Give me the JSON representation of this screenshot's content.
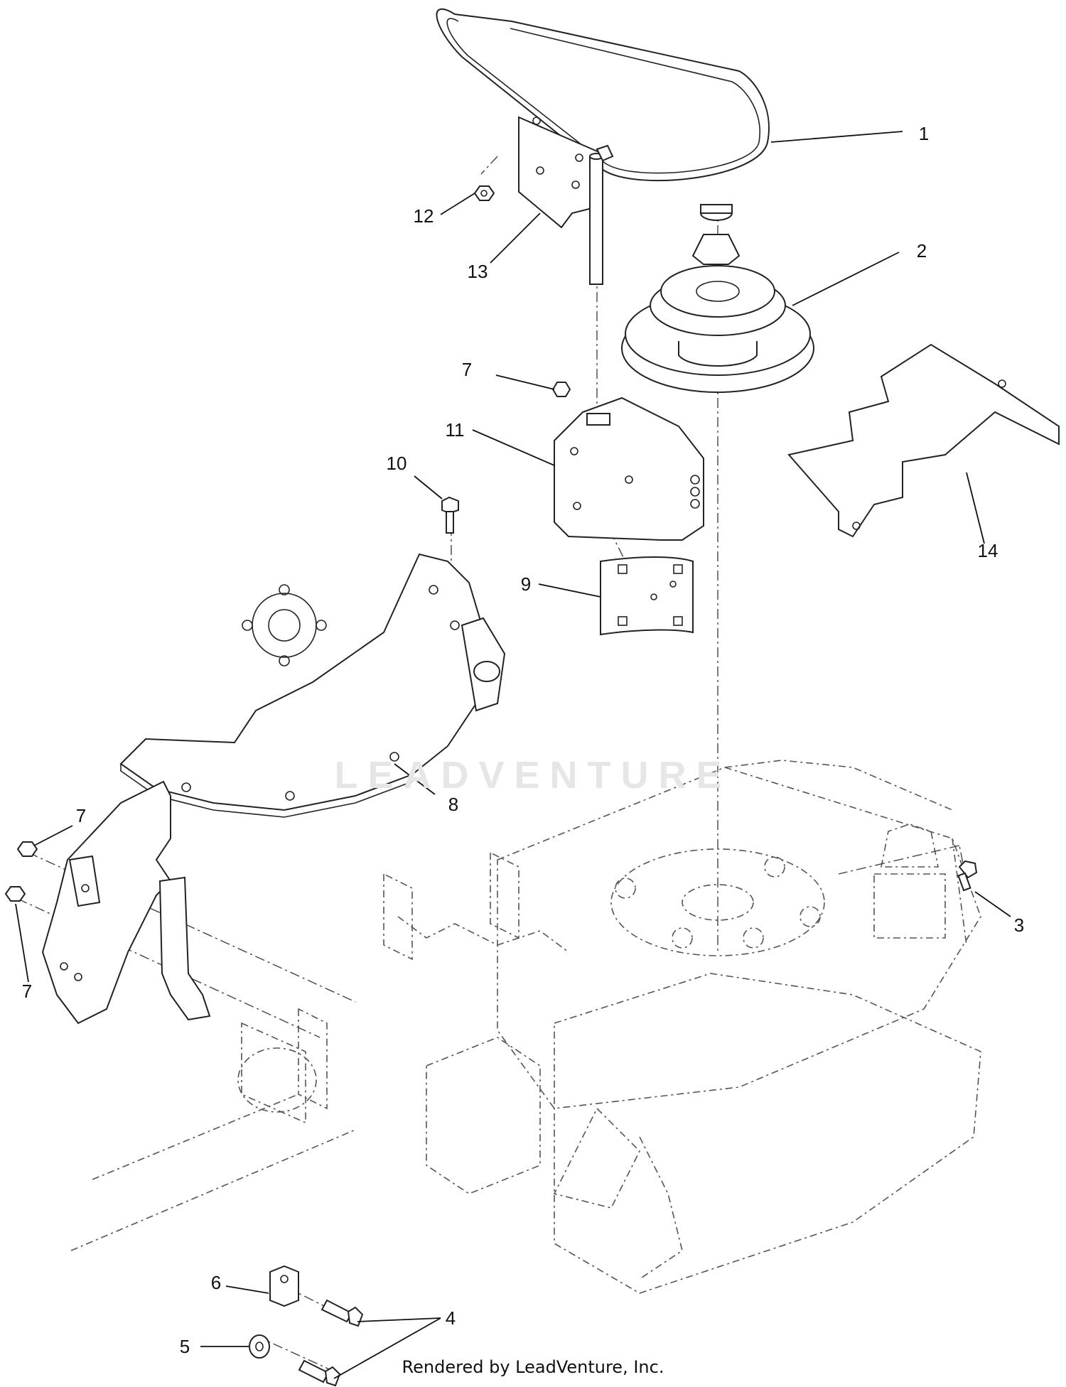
{
  "callouts": [
    {
      "id": "c1",
      "label": "1"
    },
    {
      "id": "c2",
      "label": "2"
    },
    {
      "id": "c3",
      "label": "3"
    },
    {
      "id": "c4",
      "label": "4"
    },
    {
      "id": "c5",
      "label": "5"
    },
    {
      "id": "c6",
      "label": "6"
    },
    {
      "id": "c7a",
      "label": "7"
    },
    {
      "id": "c7b",
      "label": "7"
    },
    {
      "id": "c7c",
      "label": "7"
    },
    {
      "id": "c8",
      "label": "8"
    },
    {
      "id": "c9",
      "label": "9"
    },
    {
      "id": "c10",
      "label": "10"
    },
    {
      "id": "c11",
      "label": "11"
    },
    {
      "id": "c12",
      "label": "12"
    },
    {
      "id": "c13",
      "label": "13"
    },
    {
      "id": "c14",
      "label": "14"
    }
  ],
  "watermark": "LEADVENTURE",
  "footer": "Rendered by LeadVenture, Inc."
}
